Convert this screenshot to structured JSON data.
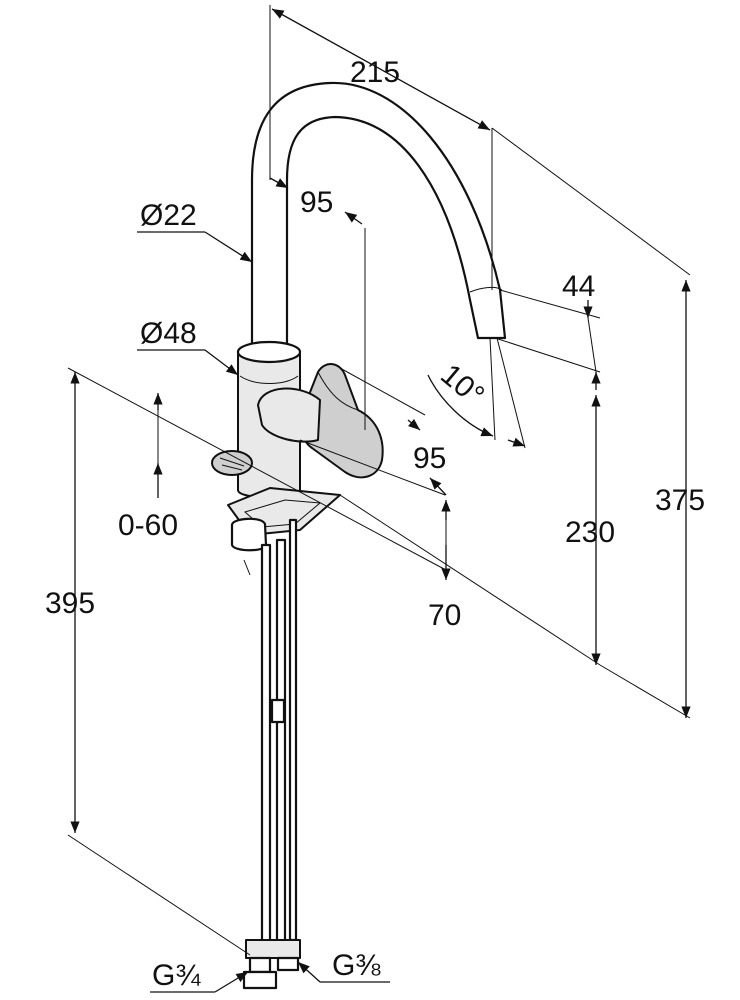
{
  "drawing": {
    "title": "",
    "labels": {
      "dim_215": "215",
      "dim_95_top": "95",
      "dim_d22": "Ø22",
      "dim_d48": "Ø48",
      "dim_44": "44",
      "dim_10deg": "10°",
      "dim_95_side": "95",
      "dim_0_60": "0-60",
      "dim_70": "70",
      "dim_230": "230",
      "dim_375": "375",
      "dim_395": "395",
      "thread_left": "G¾",
      "thread_right": "G⅜"
    }
  }
}
